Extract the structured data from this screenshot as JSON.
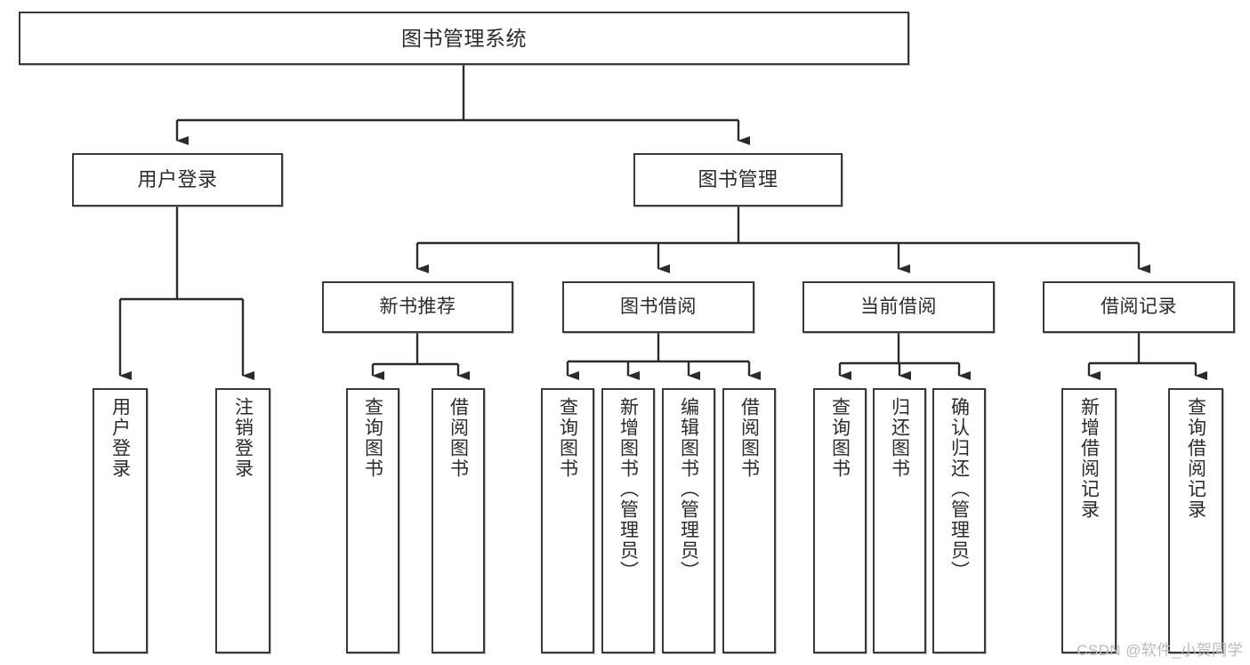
{
  "diagram": {
    "title": "图书管理系统",
    "type": "hierarchy-tree",
    "watermark": "CSDN @软件_小贺同学",
    "colors": {
      "box_border": "#3a3a3a",
      "box_fill": "#ffffff",
      "connector": "#2b2b2b",
      "text": "#2b2b2b",
      "watermark": "#b9b9b9"
    },
    "root": {
      "label": "图书管理系统"
    },
    "level2": [
      {
        "label": "用户登录"
      },
      {
        "label": "图书管理"
      }
    ],
    "level3": [
      {
        "label": "新书推荐"
      },
      {
        "label": "图书借阅"
      },
      {
        "label": "当前借阅"
      },
      {
        "label": "借阅记录"
      }
    ],
    "leaves": {
      "user_login": [
        {
          "label": "用户登录"
        },
        {
          "label": "注销登录"
        }
      ],
      "new_book_recommend": [
        {
          "label": "查询图书"
        },
        {
          "label": "借阅图书"
        }
      ],
      "book_borrow": [
        {
          "label": "查询图书"
        },
        {
          "label": "新增图书（管理员）"
        },
        {
          "label": "编辑图书（管理员）"
        },
        {
          "label": "借阅图书"
        }
      ],
      "current_borrow": [
        {
          "label": "查询图书"
        },
        {
          "label": "归还图书"
        },
        {
          "label": "确认归还（管理员）"
        }
      ],
      "borrow_record": [
        {
          "label": "新增借阅记录"
        },
        {
          "label": "查询借阅记录"
        }
      ]
    }
  }
}
